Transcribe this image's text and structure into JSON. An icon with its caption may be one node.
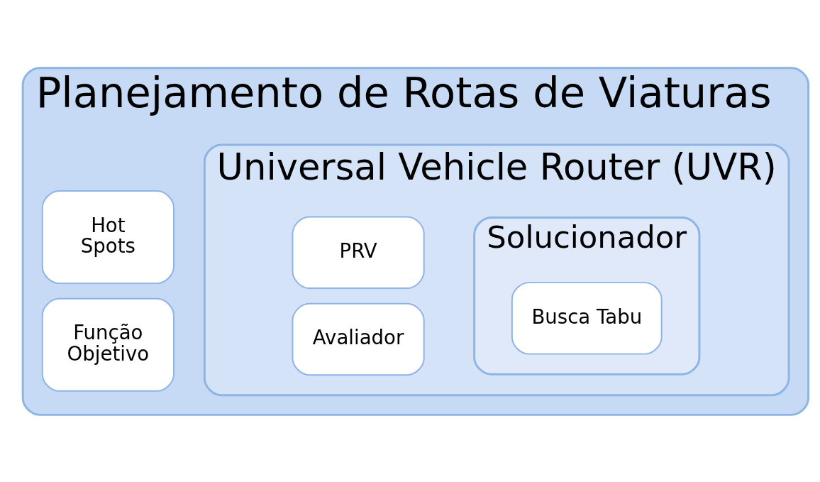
{
  "diagram": {
    "nodes": [
      {
        "text": [
          "Planejamento de Rotas de Viaturas"
        ]
      },
      {
        "text": [
          "Hot Spots"
        ],
        "in": 0
      },
      {
        "text": [
          "Função Objetivo"
        ],
        "in": 0
      },
      {
        "text": [
          "Universal Vehicle Router (UVR)"
        ],
        "in": 0
      },
      {
        "text": [
          "PRV"
        ],
        "in": 3
      },
      {
        "text": [
          "Avaliador"
        ],
        "in": 3
      },
      {
        "text": [
          "Solucionador"
        ],
        "in": 3
      },
      {
        "text": [
          "Busca Tabu"
        ],
        "in": 6
      }
    ]
  }
}
